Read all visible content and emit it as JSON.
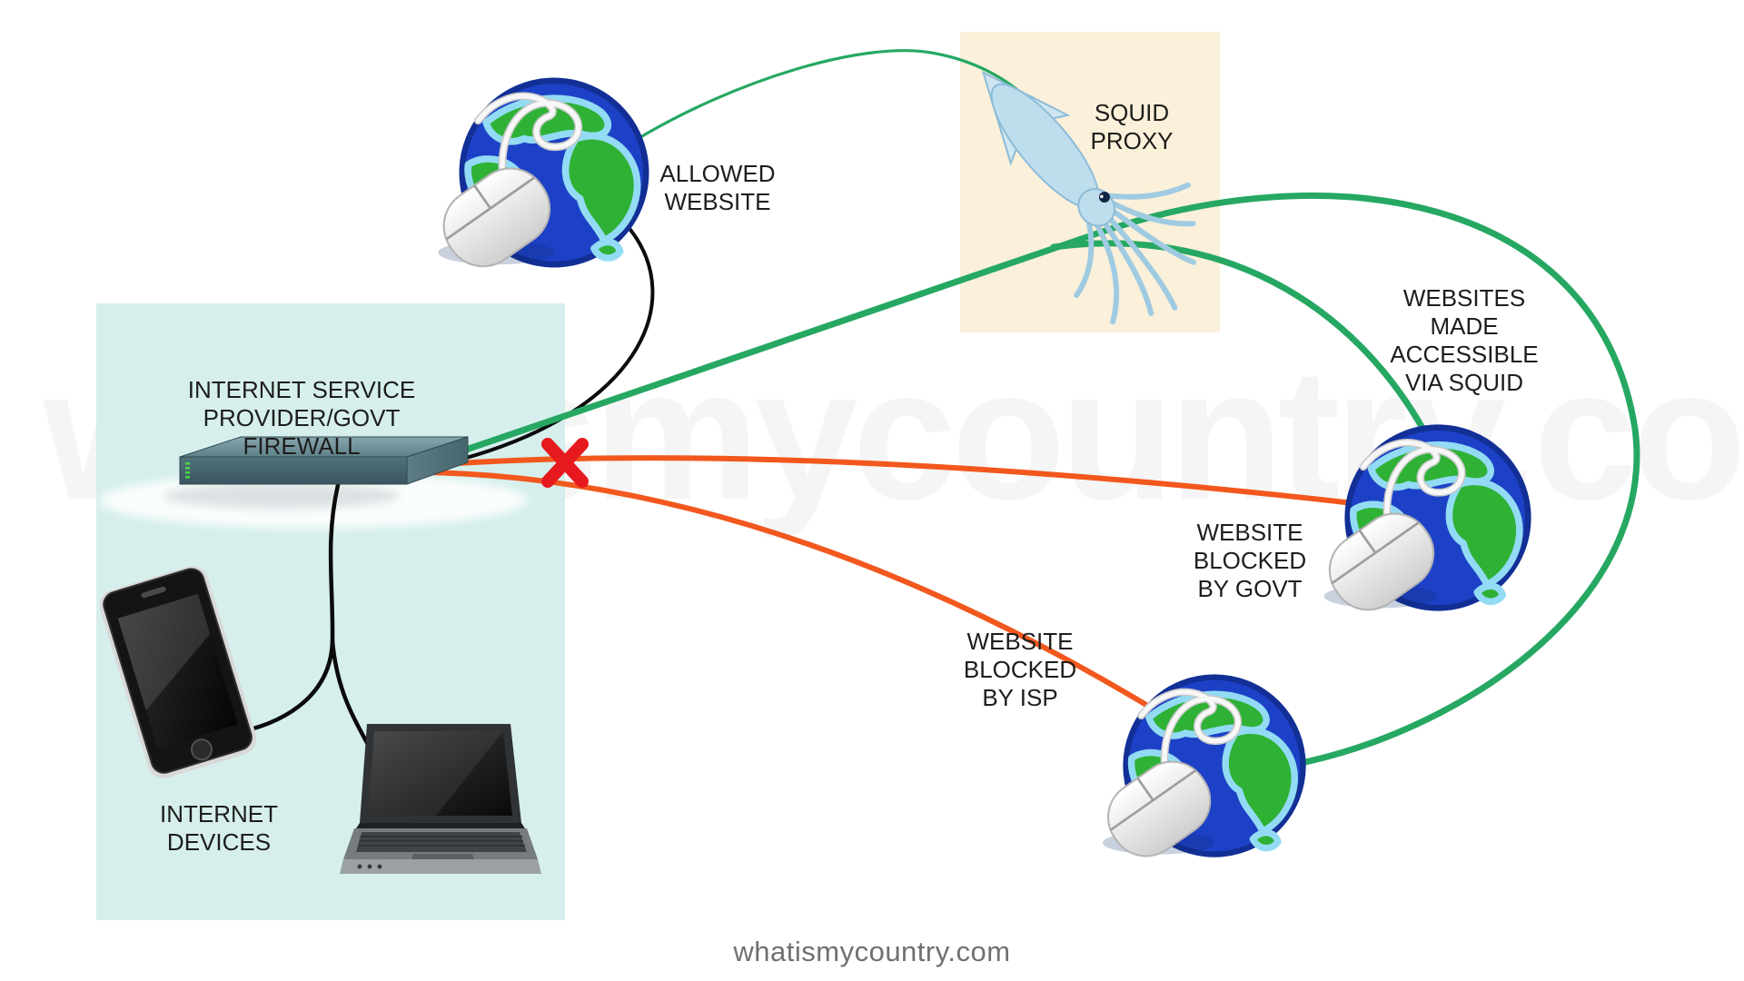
{
  "page": {
    "type": "network-diagram",
    "topic": "Squid proxy bypassing ISP / government web filtering"
  },
  "watermark": {
    "big_text": "whatismycountry.com",
    "footer_text": "whatismycountry.com"
  },
  "labels": {
    "isp_firewall": "INTERNET SERVICE PROVIDER/GOVT FIREWALL",
    "internet_devices": "INTERNET DEVICES",
    "allowed_website": "ALLOWED WEBSITE",
    "squid_proxy": "SQUID PROXY",
    "websites_via_squid": "WEBSITES MADE ACCESSIBLE VIA SQUID",
    "blocked_govt": "WEBSITE BLOCKED BY GOVT",
    "blocked_isp": "WEBSITE BLOCKED BY ISP"
  },
  "colors": {
    "background": "#ffffff",
    "firewall_zone_bg": "#d6efec",
    "squid_zone_bg": "#fbf0da",
    "allowed_line_green": "#26a862",
    "blocked_line_orange": "#f2581e",
    "blocked_x_red": "#e6191f",
    "neutral_line_black": "#0b0b0b",
    "label_text": "#1d1d1b",
    "footer_text": "#6e7072"
  },
  "nodes": [
    {
      "id": "internet-devices",
      "label": "INTERNET DEVICES",
      "icons": [
        "smartphone",
        "laptop"
      ]
    },
    {
      "id": "isp-govt-firewall",
      "label": "INTERNET SERVICE PROVIDER/GOVT FIREWALL",
      "icons": [
        "router"
      ]
    },
    {
      "id": "allowed-website",
      "label": "ALLOWED WEBSITE",
      "icons": [
        "globe-mouse"
      ]
    },
    {
      "id": "squid-proxy",
      "label": "SQUID PROXY",
      "icons": [
        "squid"
      ]
    },
    {
      "id": "website-blocked-by-govt",
      "label": "WEBSITE BLOCKED BY GOVT",
      "icons": [
        "globe-mouse"
      ]
    },
    {
      "id": "website-blocked-by-isp",
      "label": "WEBSITE BLOCKED BY ISP",
      "icons": [
        "globe-mouse"
      ]
    }
  ],
  "connections": [
    {
      "from": "internet-devices",
      "to": "isp-govt-firewall",
      "color": "black"
    },
    {
      "from": "isp-govt-firewall",
      "to": "allowed-website",
      "color": "black"
    },
    {
      "from": "allowed-website",
      "to": "squid-proxy",
      "color": "green"
    },
    {
      "from": "isp-govt-firewall",
      "to": "squid-proxy",
      "color": "green"
    },
    {
      "from": "squid-proxy",
      "to": "website-blocked-by-govt",
      "color": "green",
      "note": "accessible via squid"
    },
    {
      "from": "squid-proxy",
      "to": "website-blocked-by-isp",
      "color": "green",
      "note": "accessible via squid"
    },
    {
      "from": "isp-govt-firewall",
      "to": "website-blocked-by-govt",
      "color": "orange",
      "blocked": true
    },
    {
      "from": "isp-govt-firewall",
      "to": "website-blocked-by-isp",
      "color": "orange",
      "blocked": true
    }
  ]
}
